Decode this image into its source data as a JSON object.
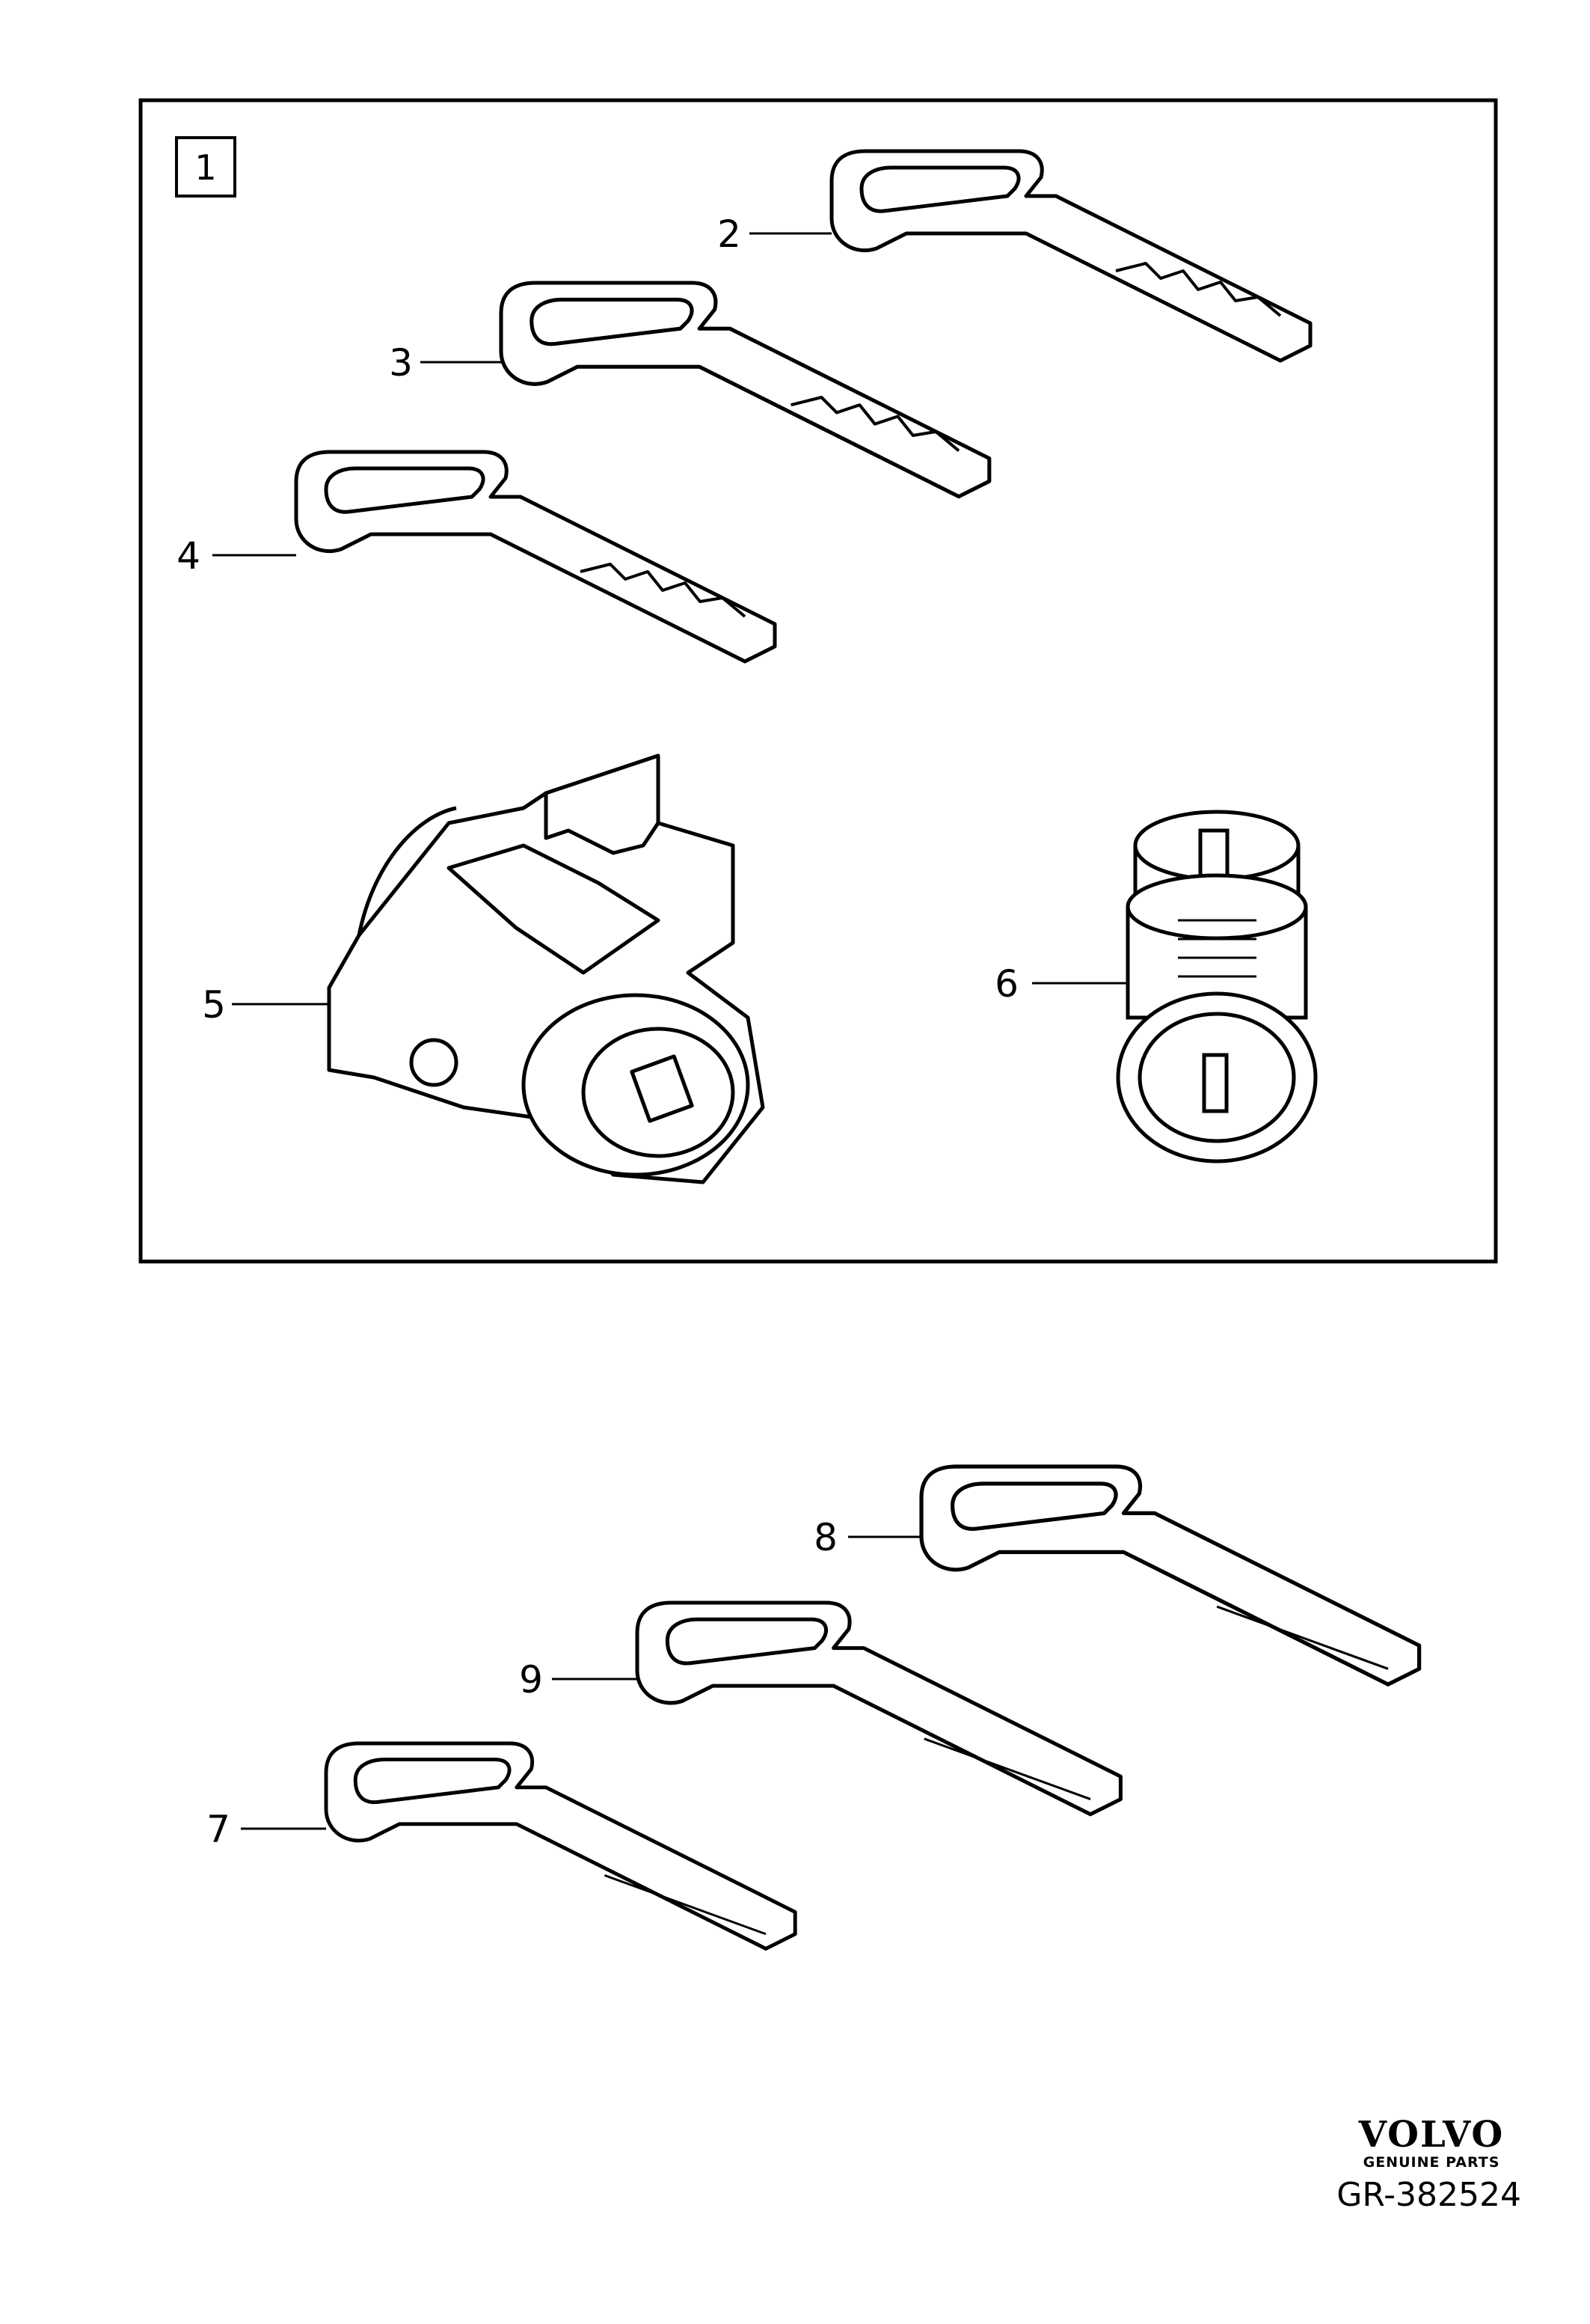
{
  "group": {
    "label": "1"
  },
  "callouts": {
    "c2": "2",
    "c3": "3",
    "c4": "4",
    "c5": "5",
    "c6": "6",
    "c7": "7",
    "c8": "8",
    "c9": "9"
  },
  "brand": {
    "name": "VOLVO",
    "sub": "GENUINE PARTS"
  },
  "reference": "GR-382524"
}
